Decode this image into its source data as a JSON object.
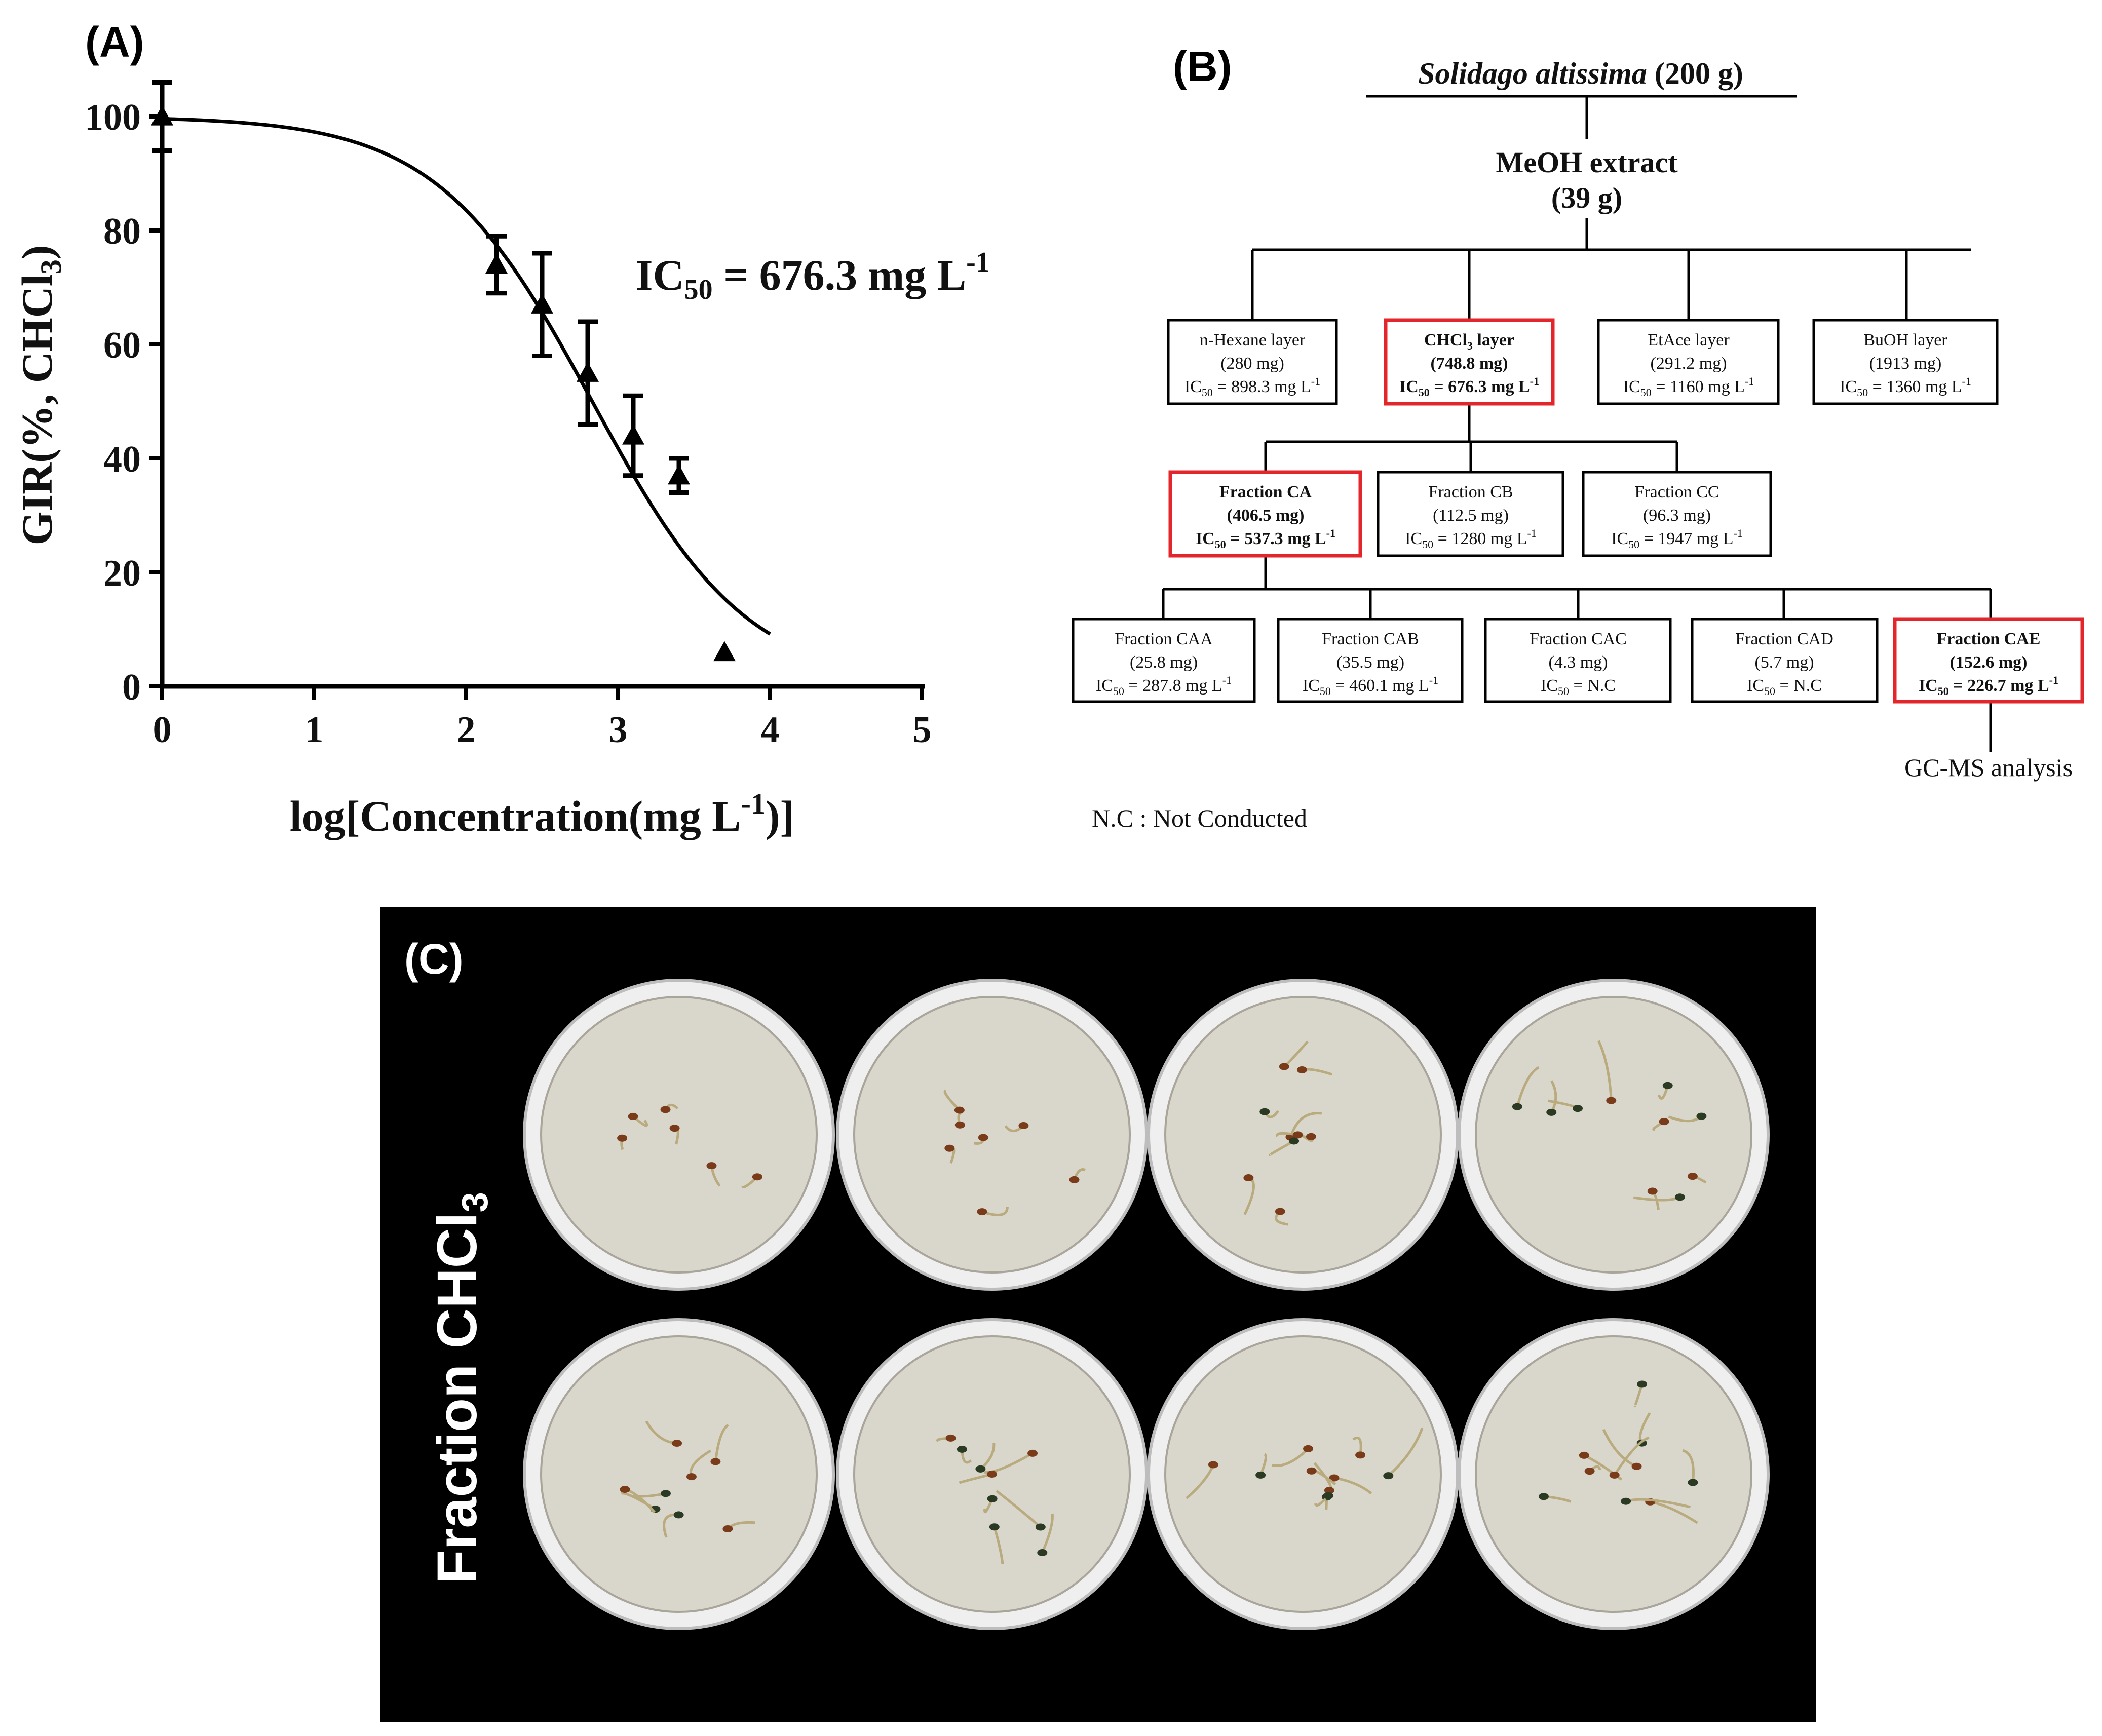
{
  "panel_a": {
    "label": "(A)",
    "ic50_label": "IC",
    "ic50_sub": "50",
    "ic50_value": " = 676.3 mg L",
    "ic50_sup": "-1"
  },
  "chart_data": {
    "type": "scatter",
    "xlabel_main": "log[Concentration(mg L",
    "xlabel_sup": "-1",
    "xlabel_end": ")]",
    "ylabel_main": "GIR(%, CHCl",
    "ylabel_sub": "3",
    "ylabel_end": ")",
    "xlim": [
      0,
      5
    ],
    "ylim": [
      0,
      100
    ],
    "xticks": [
      "0",
      "1",
      "2",
      "3",
      "4",
      "5"
    ],
    "yticks": [
      "0",
      "20",
      "40",
      "60",
      "80",
      "100"
    ],
    "grid": false,
    "series": [
      {
        "points": [
          {
            "x": 0,
            "y": 100,
            "err": 6
          },
          {
            "x": 2.2,
            "y": 74,
            "err": 5
          },
          {
            "x": 2.5,
            "y": 67,
            "err": 9
          },
          {
            "x": 2.8,
            "y": 55,
            "err": 9
          },
          {
            "x": 3.1,
            "y": 44,
            "err": 7
          },
          {
            "x": 3.4,
            "y": 37,
            "err": 3
          },
          {
            "x": 3.7,
            "y": 6,
            "err": 0
          }
        ]
      }
    ],
    "fit": {
      "type": "sigmoid",
      "ic50_log": 2.83,
      "slope": 0.85,
      "top": 100,
      "bottom": 0,
      "x_range": [
        0,
        4
      ]
    }
  },
  "panel_b": {
    "label": "(B)",
    "root": {
      "italic": "Solidago altissima",
      "rest": " (200 g)"
    },
    "extract": {
      "line1": "MeOH extract",
      "line2": "(39 g)"
    },
    "layers": [
      {
        "name": "n-Hexane layer",
        "mass": "(280 mg)",
        "ic": "IC",
        "ic_sub": "50",
        "ic_val": "= 898.3 mg L",
        "ic_sup": "-1",
        "highlight": false,
        "bold": false
      },
      {
        "name_main": "CHCl",
        "name_sub": "3",
        "name_end": " layer",
        "mass": "(748.8 mg)",
        "ic": "IC",
        "ic_sub": "50",
        "ic_val": "= 676.3 mg L",
        "ic_sup": "-1",
        "highlight": true,
        "bold": true
      },
      {
        "name": "EtAce layer",
        "mass": "(291.2 mg)",
        "ic": "IC",
        "ic_sub": "50",
        "ic_val": "= 1160 mg L",
        "ic_sup": "-1",
        "highlight": false,
        "bold": false
      },
      {
        "name": "BuOH layer",
        "mass": "(1913 mg)",
        "ic": "IC",
        "ic_sub": "50",
        "ic_val": "= 1360 mg L",
        "ic_sup": "-1",
        "highlight": false,
        "bold": false
      }
    ],
    "fractions": [
      {
        "name": "Fraction CA",
        "mass": "(406.5 mg)",
        "ic": "IC",
        "ic_sub": "50",
        "ic_val": "= 537.3 mg L",
        "ic_sup": "-1",
        "highlight": true,
        "bold": true
      },
      {
        "name": "Fraction CB",
        "mass": "(112.5 mg)",
        "ic": "IC",
        "ic_sub": "50",
        "ic_val": "= 1280 mg L",
        "ic_sup": "-1",
        "highlight": false,
        "bold": false
      },
      {
        "name": "Fraction CC",
        "mass": "(96.3 mg)",
        "ic": "IC",
        "ic_sub": "50",
        "ic_val": "= 1947 mg L",
        "ic_sup": "-1",
        "highlight": false,
        "bold": false
      }
    ],
    "subfractions": [
      {
        "name": "Fraction CAA",
        "mass": "(25.8 mg)",
        "ic": "IC",
        "ic_sub": "50",
        "ic_val": "= 287.8 mg L",
        "ic_sup": "-1",
        "highlight": false,
        "bold": false
      },
      {
        "name": "Fraction CAB",
        "mass": "(35.5 mg)",
        "ic": "IC",
        "ic_sub": "50",
        "ic_val": "= 460.1 mg L",
        "ic_sup": "-1",
        "highlight": false,
        "bold": false
      },
      {
        "name": "Fraction CAC",
        "mass": "(4.3 mg)",
        "ic": "IC",
        "ic_sub": "50",
        "ic_val": "= N.C",
        "ic_sup": "",
        "highlight": false,
        "bold": false
      },
      {
        "name": "Fraction CAD",
        "mass": "(5.7 mg)",
        "ic": "IC",
        "ic_sub": "50",
        "ic_val": "= N.C",
        "ic_sup": "",
        "highlight": false,
        "bold": false
      },
      {
        "name": "Fraction CAE",
        "mass": "(152.6 mg)",
        "ic": "IC",
        "ic_sub": "50",
        "ic_val": "= 226.7 mg L",
        "ic_sup": "-1",
        "highlight": true,
        "bold": true
      }
    ],
    "gcms": "GC-MS analysis",
    "footnote": "N.C : Not Conducted"
  },
  "panel_c": {
    "label": "(C)",
    "side_main": "Fraction CHCl",
    "side_sub": "3",
    "dishes": [
      {
        "seedlings": 6,
        "sprout": 0.2
      },
      {
        "seedlings": 7,
        "sprout": 0.3
      },
      {
        "seedlings": 9,
        "sprout": 0.6
      },
      {
        "seedlings": 10,
        "sprout": 0.9
      },
      {
        "seedlings": 8,
        "sprout": 0.5
      },
      {
        "seedlings": 9,
        "sprout": 0.8
      },
      {
        "seedlings": 10,
        "sprout": 0.8
      },
      {
        "seedlings": 10,
        "sprout": 0.9
      }
    ]
  },
  "colors": {
    "highlight": "#e3262b",
    "curve": "#000000",
    "photo_bg": "#000000",
    "dish_fill": "#d9d6cc",
    "dish_rim": "#efefef",
    "seedling": "#2b3a22",
    "seed": "#7a3b1a"
  }
}
